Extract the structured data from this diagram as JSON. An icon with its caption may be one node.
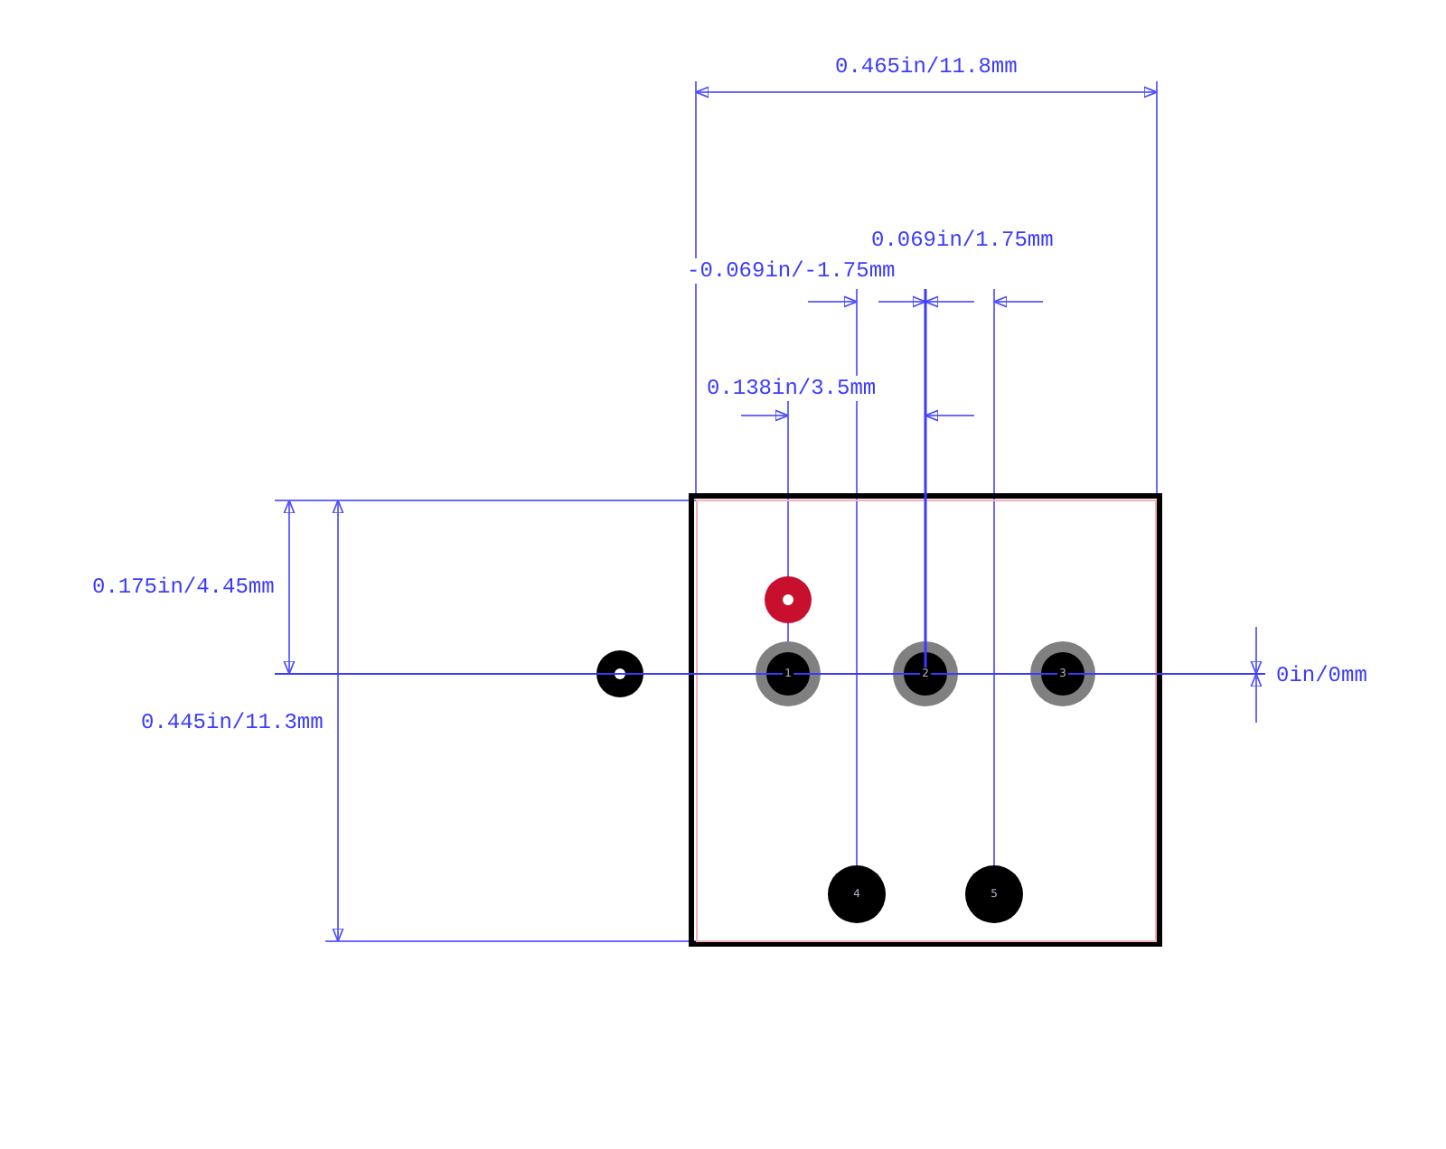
{
  "diagram": {
    "labels": [
      "0.465in/11.8mm",
      "-0.069in/-1.75mm",
      "0.069in/1.75mm",
      "0.138in/3.5mm",
      "0.175in/4.45mm",
      "1",
      "2",
      "3",
      "0in/0mm",
      "0.445in/11.3mm",
      "4",
      "5"
    ]
  }
}
